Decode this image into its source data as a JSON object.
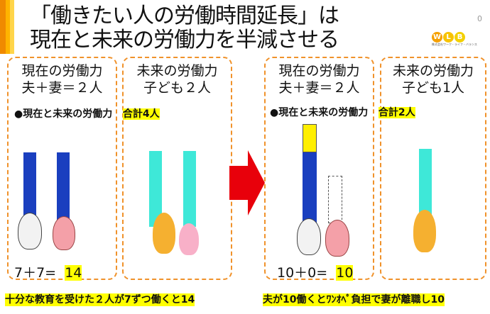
{
  "title": {
    "line1": "「働きたい人の労働時間延長」は",
    "line2": "現在と未来の労働力を半減させる"
  },
  "page_number": "0",
  "logo": {
    "letters": [
      "W",
      "L",
      "B"
    ],
    "subtitle": "株式会社ワーク・ライフ・バランス"
  },
  "left": {
    "current": {
      "line1": "現在の労働力",
      "line2": "夫＋妻＝２人"
    },
    "future": {
      "line1": "未来の労働力",
      "line2": "子ども２人"
    },
    "summary_label": "●現在と未来の労働力",
    "summary_total": "合計4人",
    "equation": "7＋7=",
    "result": "14",
    "caption": "十分な教育を受けた２人が7ずつ働くと14"
  },
  "right": {
    "current": {
      "line1": "現在の労働力",
      "line2": "夫＋妻＝２人"
    },
    "future": {
      "line1": "未来の労働力",
      "line2": "子ども1人"
    },
    "summary_label": "●現在と未来の労働力",
    "summary_total": "合計2人",
    "equation": "10＋0=",
    "result": "10",
    "caption": "夫が10働くとﾜﾝｵﾍﾟ負担で妻が離職し10"
  },
  "colors": {
    "accent": "#f0922b",
    "workforce_adult": "#1a3fbf",
    "workforce_child": "#3ee8d8",
    "overtime": "#ffef00",
    "arrow": "#e8000b"
  }
}
